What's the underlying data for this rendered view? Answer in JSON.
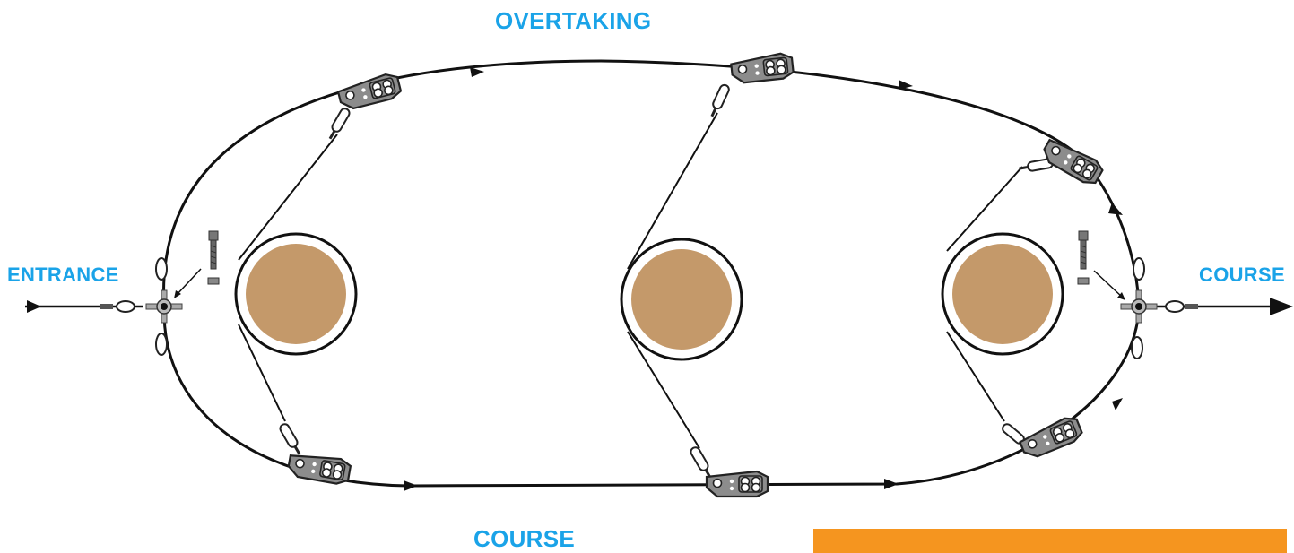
{
  "labels": {
    "overtaking": "OVERTAKING",
    "entrance": "ENTRANCE",
    "course_right": "COURSE",
    "course_bottom": "COURSE"
  },
  "colors": {
    "label_blue": "#1aa3e8",
    "trunk_brown": "#c4996a",
    "accent_bar": "#f5951f",
    "cable": "#111111",
    "hardware_grey": "#8c8c8c"
  },
  "icons": {
    "pulley": "pulley-block-icon",
    "carabiner": "carabiner-icon",
    "bolt": "bolt-icon",
    "ring": "ring-hub-icon",
    "tree": "tree-trunk-icon"
  }
}
